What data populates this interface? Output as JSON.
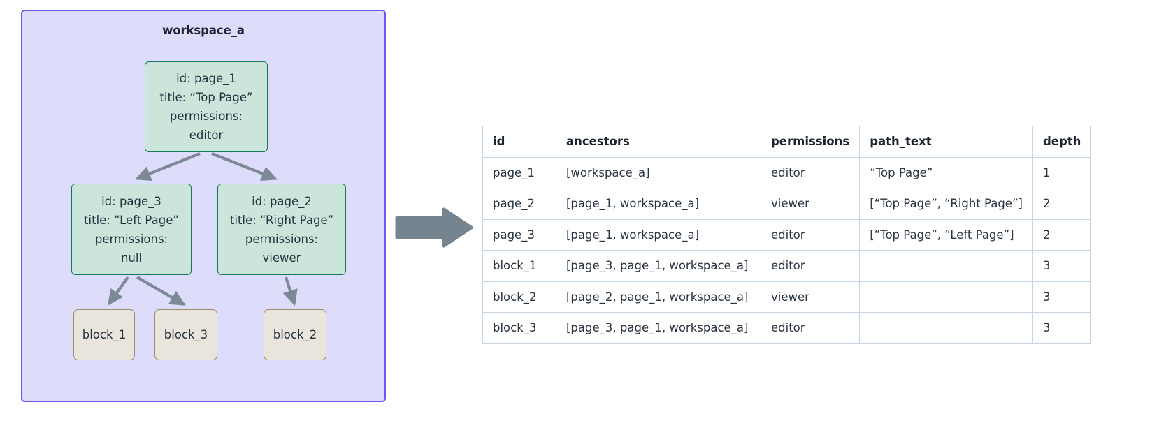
{
  "diagram": {
    "cluster": {
      "label": "workspace_a",
      "fill": "#DDDCFB",
      "stroke": "#6A5AF0"
    },
    "page_node_colors": {
      "fill": "#CCE5DB",
      "stroke": "#13795B"
    },
    "block_node_colors": {
      "fill": "#EAE5DC",
      "stroke": "#9C8B6E"
    },
    "edge_color": "#7C8A96",
    "nodes": {
      "page_1": {
        "id_line": "id: page_1",
        "title_line": "title: “Top Page”",
        "permissions_label": "permissions:",
        "permissions_value": "editor"
      },
      "page_3": {
        "id_line": "id: page_3",
        "title_line": "title: “Left Page”",
        "permissions_label": "permissions:",
        "permissions_value": "null"
      },
      "page_2": {
        "id_line": "id: page_2",
        "title_line": "title: “Right Page”",
        "permissions_label": "permissions:",
        "permissions_value": "viewer"
      },
      "block_1": {
        "label": "block_1"
      },
      "block_3": {
        "label": "block_3"
      },
      "block_2": {
        "label": "block_2"
      }
    },
    "edges": [
      {
        "from": "page_1",
        "to": "page_3"
      },
      {
        "from": "page_1",
        "to": "page_2"
      },
      {
        "from": "page_3",
        "to": "block_1"
      },
      {
        "from": "page_3",
        "to": "block_3"
      },
      {
        "from": "page_2",
        "to": "block_2"
      }
    ]
  },
  "transition_arrow": {
    "color": "#76848F",
    "direction": "right"
  },
  "table": {
    "columns": [
      "id",
      "ancestors",
      "permissions",
      "path_text",
      "depth"
    ],
    "border_color": "#C8D4E0",
    "rows": [
      {
        "id": "page_1",
        "ancestors": "[workspace_a]",
        "permissions": "editor",
        "path_text": "“Top Page”",
        "depth": "1"
      },
      {
        "id": "page_2",
        "ancestors": "[page_1, workspace_a]",
        "permissions": "viewer",
        "path_text": "[“Top Page”, “Right Page”]",
        "depth": "2"
      },
      {
        "id": "page_3",
        "ancestors": "[page_1, workspace_a]",
        "permissions": "editor",
        "path_text": "[“Top Page”, “Left Page”]",
        "depth": "2"
      },
      {
        "id": "block_1",
        "ancestors": "[page_3, page_1, workspace_a]",
        "permissions": "editor",
        "path_text": "",
        "depth": "3"
      },
      {
        "id": "block_2",
        "ancestors": "[page_2, page_1, workspace_a]",
        "permissions": "viewer",
        "path_text": "",
        "depth": "3"
      },
      {
        "id": "block_3",
        "ancestors": "[page_3, page_1, workspace_a]",
        "permissions": "editor",
        "path_text": "",
        "depth": "3"
      }
    ]
  }
}
